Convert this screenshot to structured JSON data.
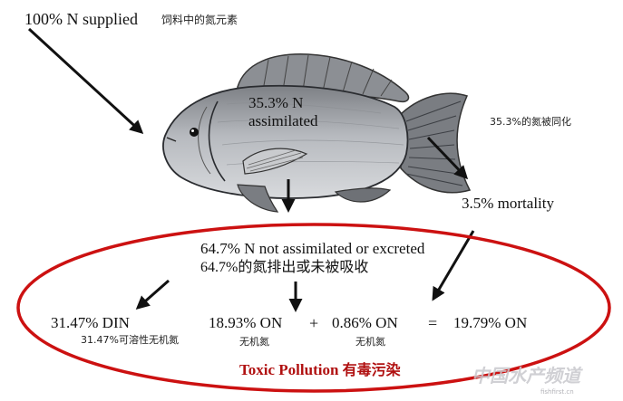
{
  "supply": {
    "label": "100% N supplied",
    "label_cn": "饲料中的氮元素"
  },
  "assimilated": {
    "line1": "35.3% N",
    "line2": "assimilated",
    "cn": "35.3%的氮被同化"
  },
  "mortality": {
    "label": "3.5% mortality"
  },
  "excreted": {
    "line1": "64.7% N not assimilated or excreted",
    "line2": "64.7%的氮排出或未被吸收"
  },
  "equation": {
    "din": "31.47% DIN",
    "din_cn": "31.47%可溶性无机氮",
    "on1": "18.93% ON",
    "on1_cn": "无机氮",
    "plus": "+",
    "on2": "0.86% ON",
    "on2_cn": "无机氮",
    "equals": "=",
    "total": "19.79% ON"
  },
  "pollution": {
    "en": "Toxic Pollution",
    "cn": "有毒污染"
  },
  "watermark": {
    "text": "中国水产频道",
    "sub": "fishfirst.cn"
  },
  "colors": {
    "ellipse": "#cc1111",
    "pollution_text": "#b01010",
    "fish_body": "#a9acb1",
    "fish_dark": "#5f6368",
    "arrow": "#111111"
  }
}
